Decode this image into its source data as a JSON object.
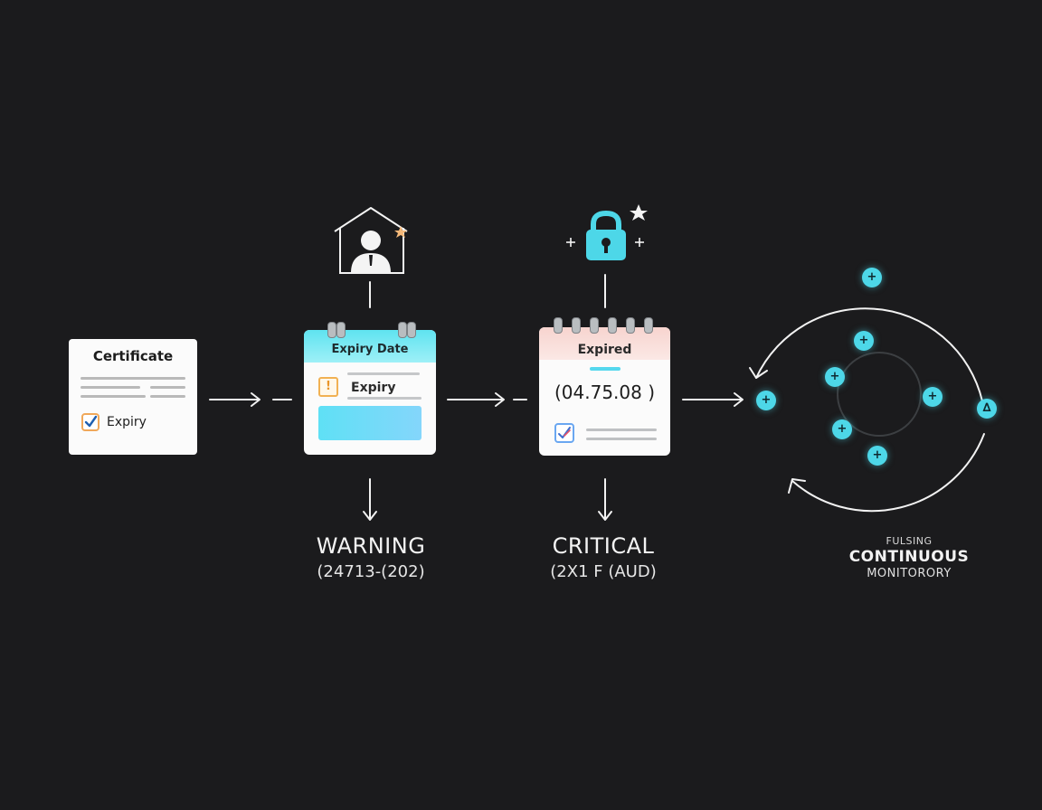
{
  "certificate": {
    "title": "Certificate",
    "item": "Expiry"
  },
  "warning_calendar": {
    "header": "Expiry Date",
    "warning_icon": "!",
    "field_label": "Expiry"
  },
  "expired_calendar": {
    "header": "Expired",
    "date": "(04.75.08 )"
  },
  "warning_status": {
    "title": "WARNING",
    "detail": "(24713-(202)"
  },
  "critical_status": {
    "title": "CRITICAL",
    "detail": "(2X1 F (AUD)"
  },
  "monitoring": {
    "eyebrow": "FULSING",
    "title": "CONTINUOUS",
    "subtitle": "MONITORORY"
  },
  "icons": {
    "stage_icons": [
      "house-user-icon",
      "padlock-icon"
    ],
    "monitor_nodes": [
      "+",
      "+",
      "+",
      "+",
      "+",
      "+",
      "+",
      "+",
      "∆"
    ]
  },
  "colors": {
    "background": "#1b1b1d",
    "accent_cyan": "#4dd7e8",
    "warning_orange": "#f1b153",
    "expired_pink": "#f7d4cf"
  }
}
